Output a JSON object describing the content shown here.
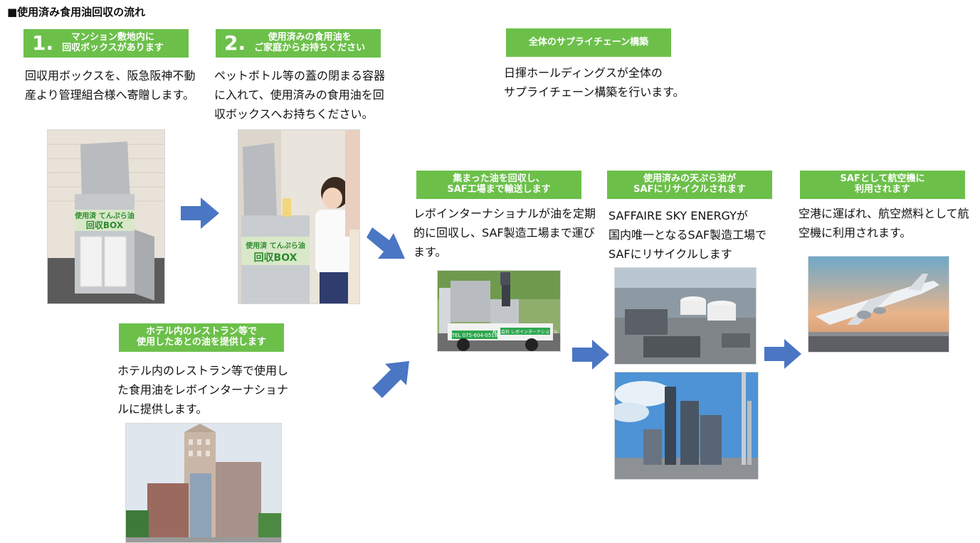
{
  "title": "■使用済み食用油回収の流れ",
  "colors": {
    "label_green": "#6cc04a",
    "arrow_blue": "#4a76c4"
  },
  "step1": {
    "num": "1.",
    "label_line1": "マンション敷地内に",
    "label_line2": "回収ボックスがあります",
    "desc": "回収用ボックスを、阪急阪神不動産より管理組合様へ寄贈します。"
  },
  "step2": {
    "num": "2.",
    "label_line1": "使用済みの食用油を",
    "label_line2": "ご家庭からお持ちください",
    "desc": "ペットボトル等の蓋の閉まる容器に入れて、使用済みの食用油を回収ボックスへお持ちください。"
  },
  "supply": {
    "label": "全体のサプライチェーン構築",
    "desc_line1": "日揮ホールディングスが全体の",
    "desc_line2": "サプライチェーン構築を行います。"
  },
  "hotel": {
    "label_line1": "ホテル内のレストラン等で",
    "label_line2": "使用したあとの油を提供します",
    "desc": "ホテル内のレストラン等で使用した食用油をレボインターナショナルに提供します。"
  },
  "collect": {
    "label_line1": "集まった油を回収し、",
    "label_line2": "SAF工場まで輸送します",
    "desc": "レボインターナショナルが油を定期的に回収し、SAF製造工場まで運びます。"
  },
  "recycle": {
    "label_line1": "使用済みの天ぷら油が",
    "label_line2": "SAFにリサイクルされます",
    "desc_line1": "SAFFAIRE SKY ENERGYが",
    "desc_line2": "国内唯一となるSAF製造工場で",
    "desc_line3": "SAFにリサイクルします"
  },
  "aviation": {
    "label_line1": "SAFとして航空機に",
    "label_line2": "利用されます",
    "desc": "空港に運ばれ、航空燃料として航空機に利用されます。"
  },
  "images": {
    "box_sign_line1": "使用済 てんぷら油",
    "box_sign_line2": "回収BOX",
    "truck_phone": "TEL 075-604-0518",
    "truck_company": "株式会社 レボインターナショナル"
  }
}
